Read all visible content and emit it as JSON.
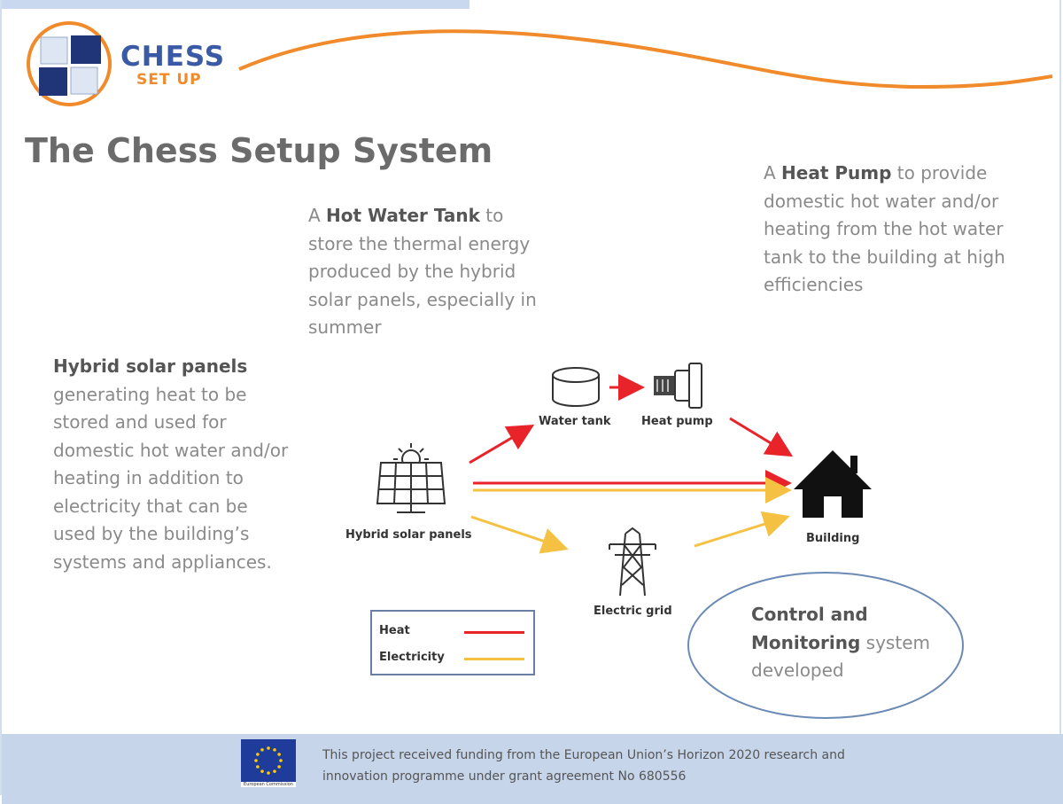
{
  "logo": {
    "line1": "CHESS",
    "line2": "SET UP"
  },
  "title": "The Chess Setup System",
  "tank_text": {
    "bold": "Hot Water Tank",
    "pre": "A ",
    "rest": " to store the thermal energy produced by the hybrid solar panels, especially in summer"
  },
  "pump_text": {
    "bold": "Heat Pump",
    "pre": "A ",
    "rest": " to provide domestic hot water and/or heating from the hot water tank to the building at high efficiencies"
  },
  "solar_text": {
    "bold": "Hybrid solar panels",
    "rest": " generating heat to be stored and used for domestic hot water and/or heating in addition to electricity that can be used by the building’s systems and appliances."
  },
  "control_text": {
    "bold": "Control and Monitoring",
    "rest": " system developed"
  },
  "nodes": {
    "water_tank": "Water tank",
    "heat_pump": "Heat pump",
    "solar": "Hybrid solar panels",
    "building": "Building",
    "grid": "Electric grid"
  },
  "legend": {
    "heat": "Heat",
    "electricity": "Electricity"
  },
  "colors": {
    "heat": "#e8232a",
    "electricity": "#f5c142",
    "brand_blue": "#3a5aa5",
    "brand_orange": "#f08a2a"
  },
  "footer": {
    "text": "This project received funding from the European Union’s Horizon 2020 research and innovation programme under grant agreement No 680556",
    "eu_caption": "European Commission"
  }
}
